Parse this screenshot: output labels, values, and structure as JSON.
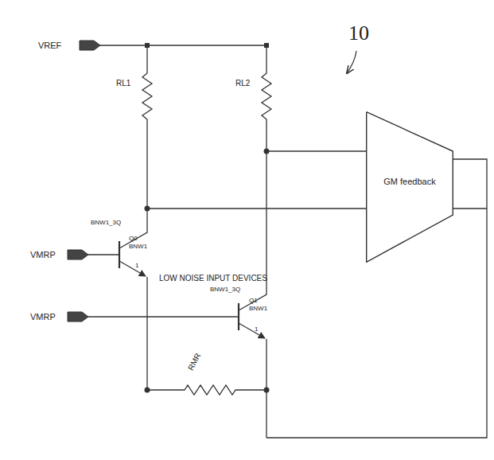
{
  "diagram": {
    "nodes": [
      {
        "text": [
          "GM feedback"
        ]
      }
    ],
    "labels": [
      "10",
      "VREF",
      "RL1",
      "RL2",
      "BNW1_3Q",
      "Q0",
      "BNW1",
      "VMRP",
      "1",
      "LOW NOISE INPUT DEVICES",
      "BNW1_3Q",
      "Q1",
      "BNW1",
      "VMRP",
      "1",
      "RMR"
    ]
  }
}
